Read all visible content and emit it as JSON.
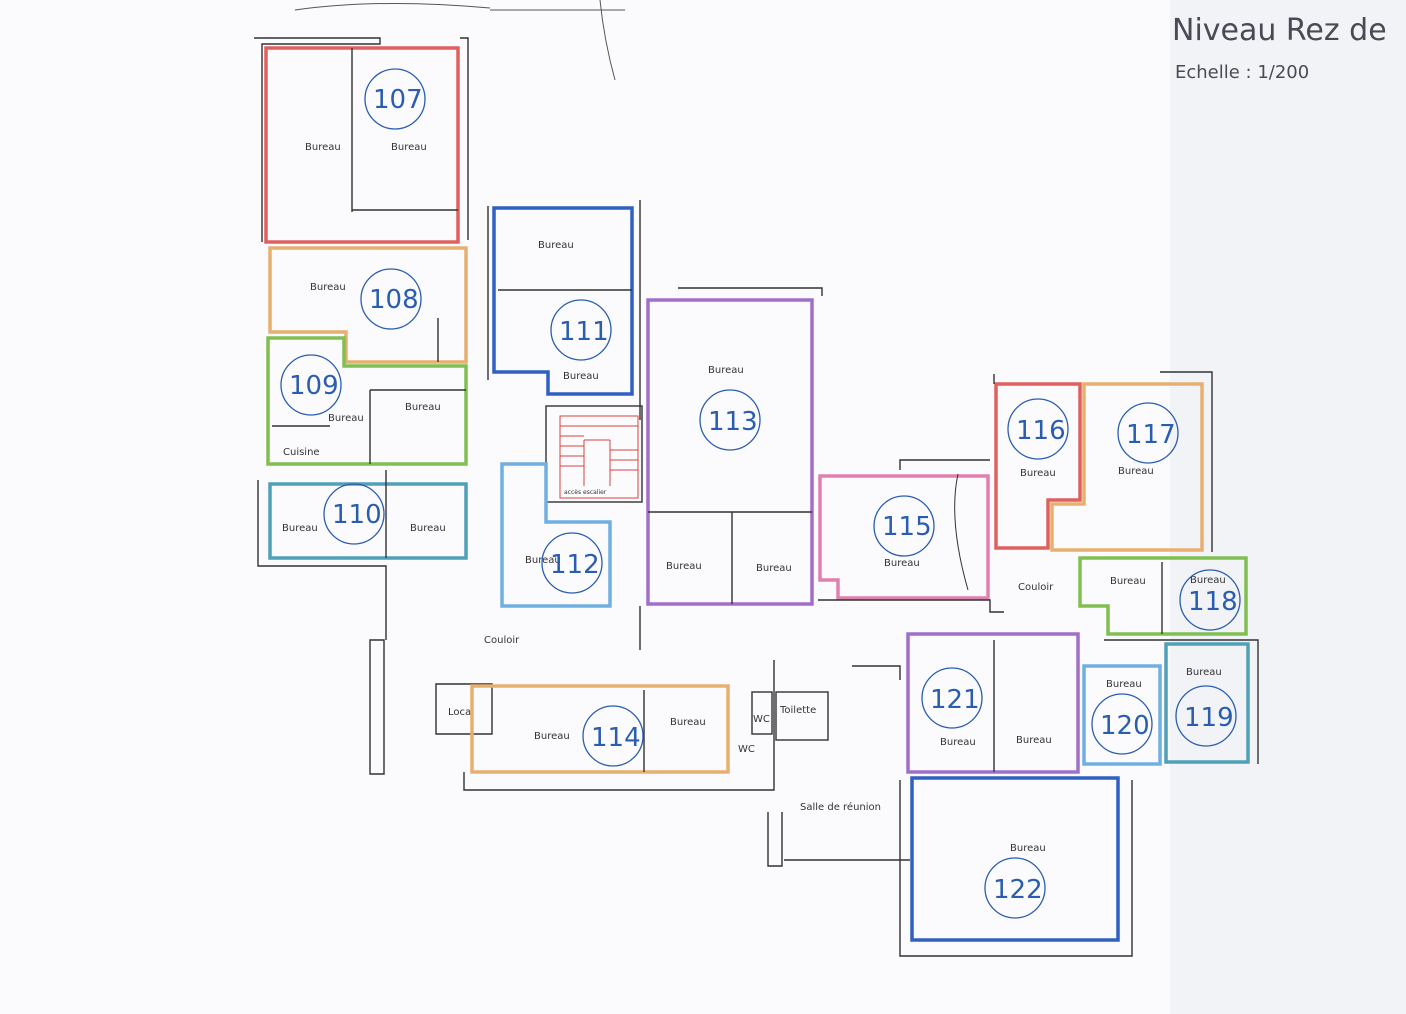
{
  "header": {
    "title": "Niveau Rez de",
    "scale": "Echelle : 1/200"
  },
  "colors": {
    "red": "#e06060",
    "orange": "#e8b070",
    "green": "#80c050",
    "teal": "#50a0b8",
    "blue": "#3060c0",
    "purple": "#a070c8",
    "pink": "#e080b0",
    "lightblue": "#70b0e0",
    "number": "#2a5db0"
  },
  "rooms": [
    {
      "id": "107",
      "number": "107",
      "color": "red",
      "labels": [
        "Bureau",
        "Bureau"
      ]
    },
    {
      "id": "108",
      "number": "108",
      "color": "orange",
      "labels": [
        "Bureau"
      ]
    },
    {
      "id": "109",
      "number": "109",
      "color": "green",
      "labels": [
        "Bureau",
        "Bureau",
        "Cuisine"
      ]
    },
    {
      "id": "110",
      "number": "110",
      "color": "teal",
      "labels": [
        "Bureau",
        "Bureau"
      ]
    },
    {
      "id": "111",
      "number": "111",
      "color": "blue",
      "labels": [
        "Bureau",
        "Bureau"
      ]
    },
    {
      "id": "112",
      "number": "112",
      "color": "lightblue",
      "labels": [
        "Bureau"
      ]
    },
    {
      "id": "113",
      "number": "113",
      "color": "purple",
      "labels": [
        "Bureau",
        "Bureau",
        "Bureau"
      ]
    },
    {
      "id": "114",
      "number": "114",
      "color": "orange",
      "labels": [
        "Bureau",
        "Bureau"
      ]
    },
    {
      "id": "115",
      "number": "115",
      "color": "pink",
      "labels": [
        "Bureau"
      ]
    },
    {
      "id": "116",
      "number": "116",
      "color": "red",
      "labels": [
        "Bureau"
      ]
    },
    {
      "id": "117",
      "number": "117",
      "color": "orange",
      "labels": [
        "Bureau"
      ]
    },
    {
      "id": "118",
      "number": "118",
      "color": "green",
      "labels": [
        "Bureau",
        "Bureau"
      ]
    },
    {
      "id": "119",
      "number": "119",
      "color": "teal",
      "labels": [
        "Bureau"
      ]
    },
    {
      "id": "120",
      "number": "120",
      "color": "lightblue",
      "labels": [
        "Bureau"
      ]
    },
    {
      "id": "121",
      "number": "121",
      "color": "purple",
      "labels": [
        "Bureau",
        "Bureau"
      ]
    },
    {
      "id": "122",
      "number": "122",
      "color": "blue",
      "labels": [
        "Bureau"
      ]
    }
  ],
  "areas": {
    "couloir_left": "Couloir",
    "couloir_right": "Couloir",
    "local": "Local",
    "wc1": "WC",
    "wc2": "WC",
    "toilette": "Toilette",
    "reunion": "Salle de réunion",
    "stairs": "accès escalier"
  }
}
